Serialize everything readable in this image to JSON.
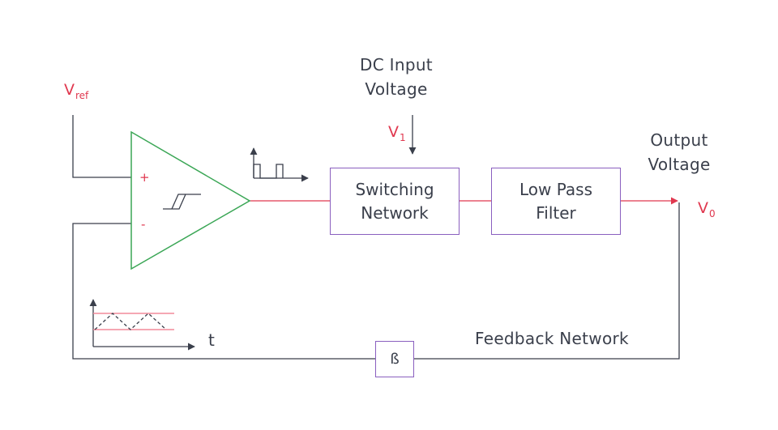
{
  "colors": {
    "text": "#3a3f4b",
    "accent_red": "#e0384f",
    "signal_pink": "#f28a9a",
    "block_border": "#8a5fbf",
    "amp_border": "#3aa655",
    "wire": "#3a3f4b"
  },
  "labels": {
    "vref": {
      "main": "V",
      "sub": "ref"
    },
    "v1": {
      "main": "V",
      "sub": "1"
    },
    "vo": {
      "main": "V",
      "sub": "0"
    },
    "dc_input": [
      "DC Input",
      "Voltage"
    ],
    "output_voltage": [
      "Output",
      "Voltage"
    ],
    "feedback_network": "Feedback Network",
    "time_axis": "t",
    "plus": "+",
    "minus": "-"
  },
  "blocks": {
    "switching_network": [
      "Switching",
      "Network"
    ],
    "low_pass_filter": [
      "Low Pass",
      "Filter"
    ],
    "beta": "ß"
  },
  "icons": [
    "comparator-hysteresis-icon",
    "pulse-waveform-icon",
    "triangle-waveform-icon"
  ]
}
